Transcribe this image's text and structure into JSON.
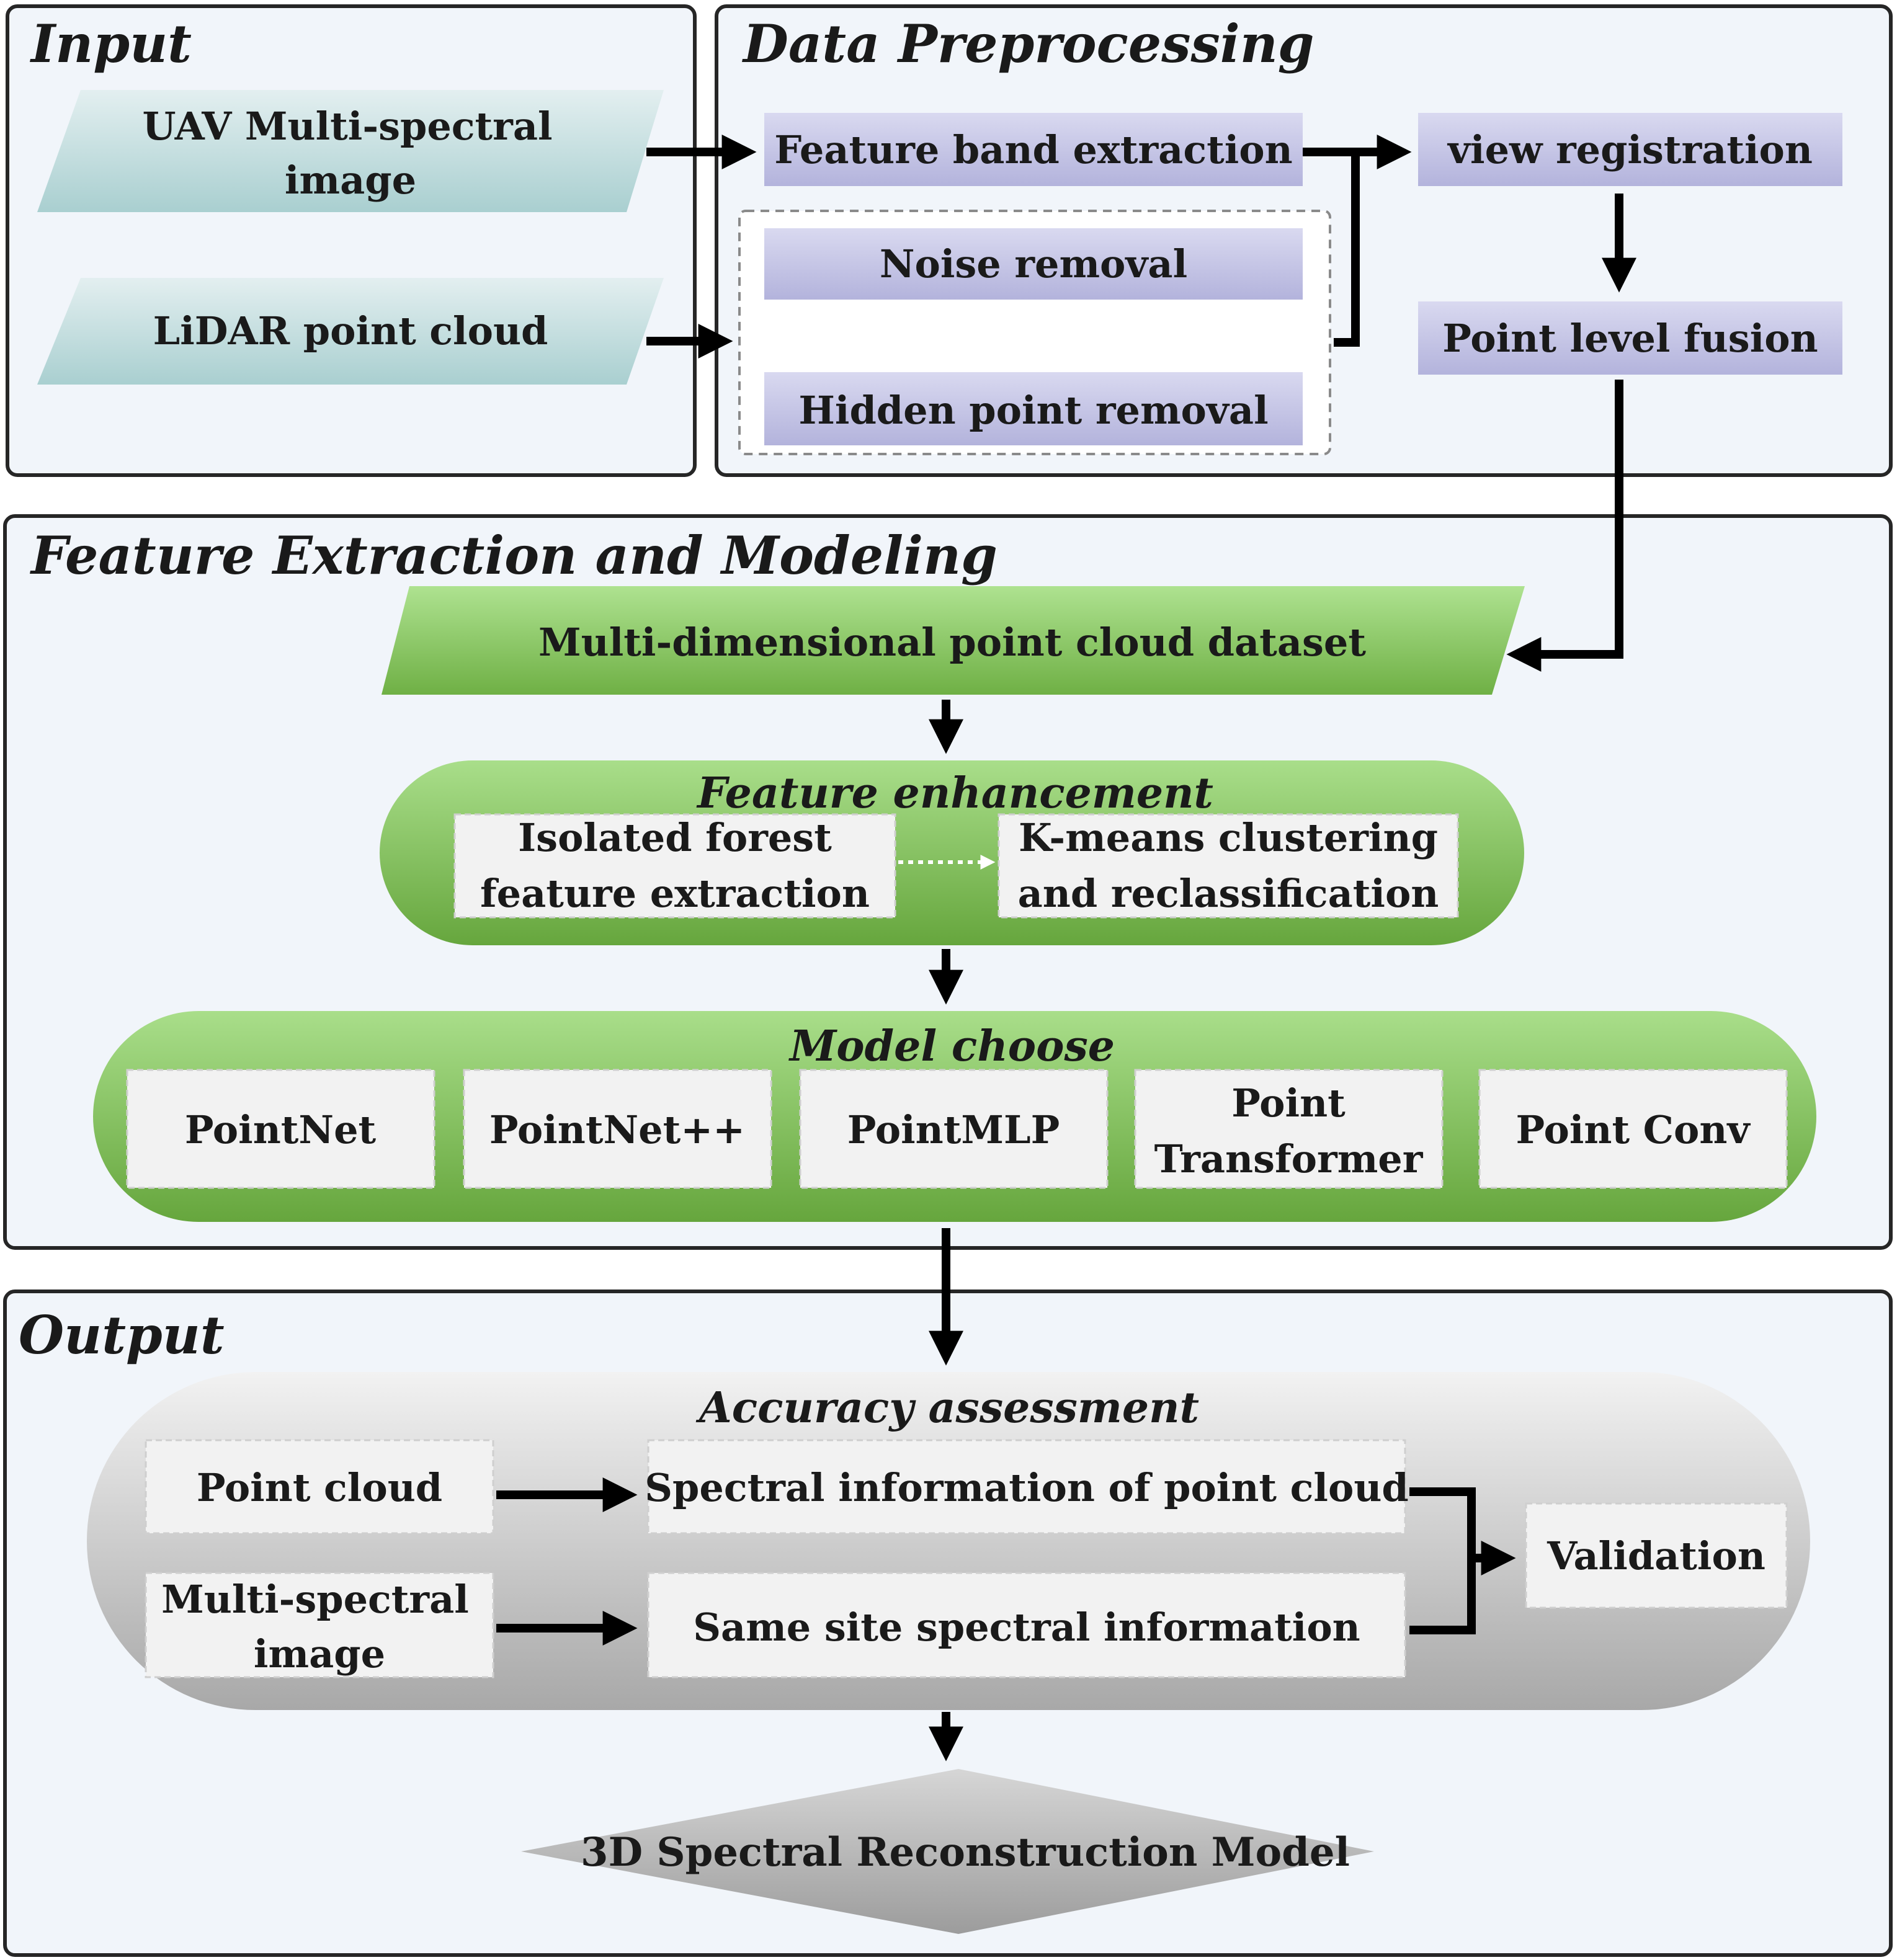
{
  "sections": {
    "input": "Input",
    "preprocessing": "Data Preprocessing",
    "feature": "Feature Extraction and Modeling",
    "output": "Output"
  },
  "input": {
    "uav_line1": "UAV  Multi-spectral",
    "uav_line2": "image",
    "lidar": "LiDAR point cloud"
  },
  "preprocessing": {
    "feature_band": "Feature band extraction",
    "noise": "Noise removal",
    "hidden": "Hidden point removal",
    "view_registration": "view  registration",
    "point_level_fusion": "Point level fusion"
  },
  "feature": {
    "dataset": "Multi-dimensional point cloud dataset",
    "enhancement_title": "Feature enhancement",
    "isolated_line1": "Isolated forest",
    "isolated_line2": "feature extraction",
    "kmeans_line1": "K-means clustering",
    "kmeans_line2": "and reclassification",
    "model_title": "Model choose",
    "models": {
      "pointnet": "PointNet",
      "pointnetpp": "PointNet++",
      "pointmlp": "PointMLP",
      "pt_line1": "Point",
      "pt_line2": "Transformer",
      "pointconv": "Point Conv"
    }
  },
  "output": {
    "accuracy_title": "Accuracy assessment",
    "point_cloud": "Point cloud",
    "ms_line1": "Multi-spectral",
    "ms_line2": "image",
    "spectral_pc": "Spectral information of point cloud",
    "same_site": "Same site spectral information",
    "validation": "Validation",
    "final_model": "3D Spectral Reconstruction Model"
  }
}
